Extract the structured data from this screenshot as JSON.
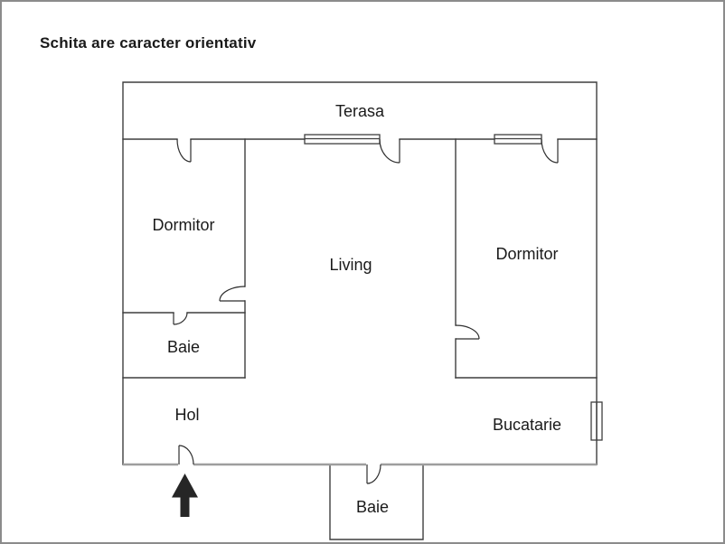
{
  "title": "Schita are caracter orientativ",
  "rooms": {
    "terasa": "Terasa",
    "dormitor1": "Dormitor",
    "living": "Living",
    "dormitor2": "Dormitor",
    "baie1": "Baie",
    "hol": "Hol",
    "bucatarie": "Bucatarie",
    "baie2": "Baie"
  },
  "colors": {
    "wall": "#3e3e3e",
    "exterior_bottom_wall": "#9e9e9e",
    "door": "#2f2f2f",
    "arrow": "#262626",
    "page_border": "#8b8b8b",
    "background": "#ffffff",
    "text": "#1a1a1a"
  }
}
